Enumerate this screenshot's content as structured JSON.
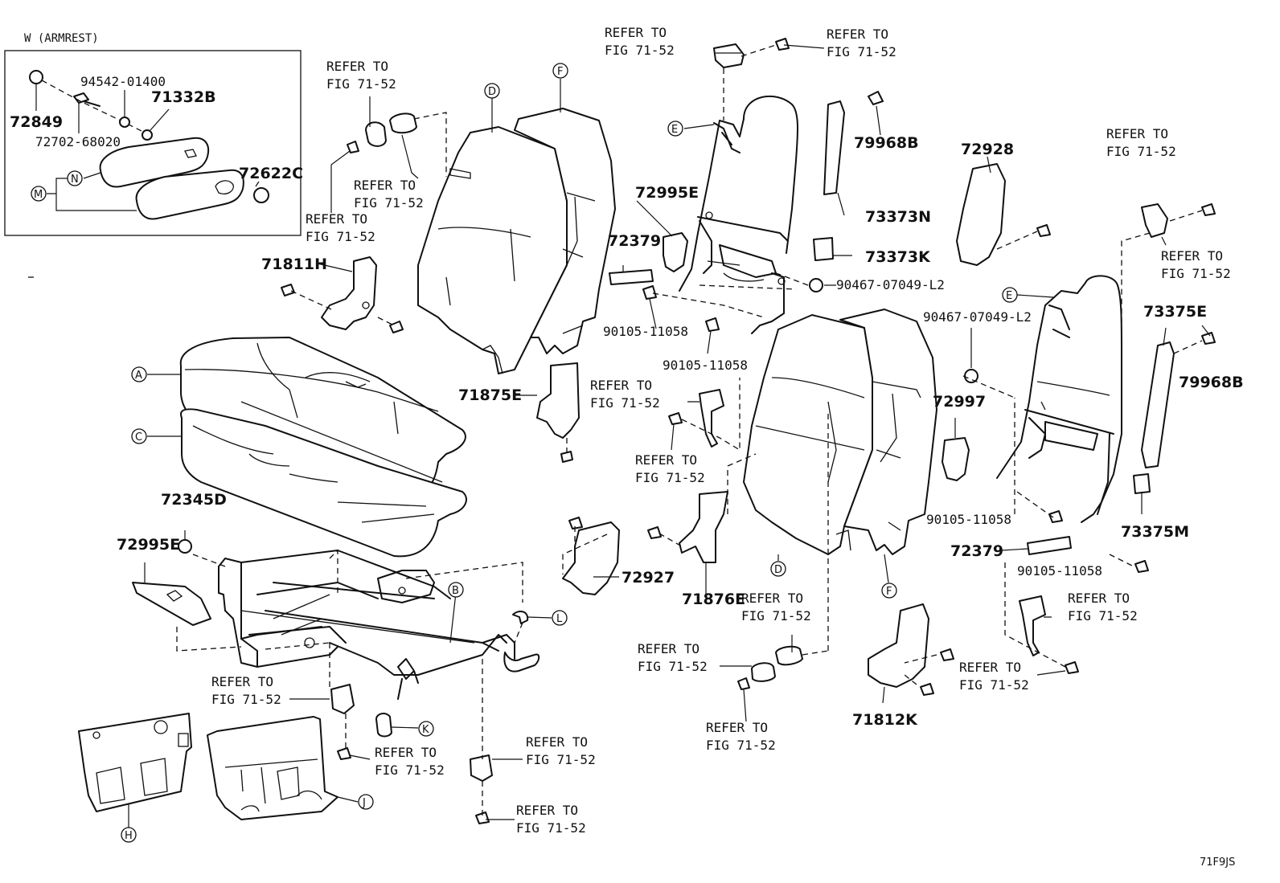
{
  "diagram": {
    "inset_title": "W (ARMREST)",
    "figure_code": "71F9JS",
    "part_numbers": [
      "72849",
      "94542-01400",
      "71332B",
      "72702-68020",
      "72622C",
      "71811H",
      "72995E",
      "72379",
      "90105-11058",
      "71875E",
      "79968B",
      "73373N",
      "73373K",
      "90467-07049-L2",
      "72928",
      "73375E",
      "72997",
      "73375M",
      "72345D",
      "72927",
      "71876E",
      "71812K"
    ],
    "refer_line1": "REFER TO",
    "refer_line2": "FIG 71-52",
    "circle_labels": [
      "A",
      "B",
      "C",
      "D",
      "E",
      "F",
      "H",
      "J",
      "K",
      "L",
      "M",
      "N"
    ]
  }
}
